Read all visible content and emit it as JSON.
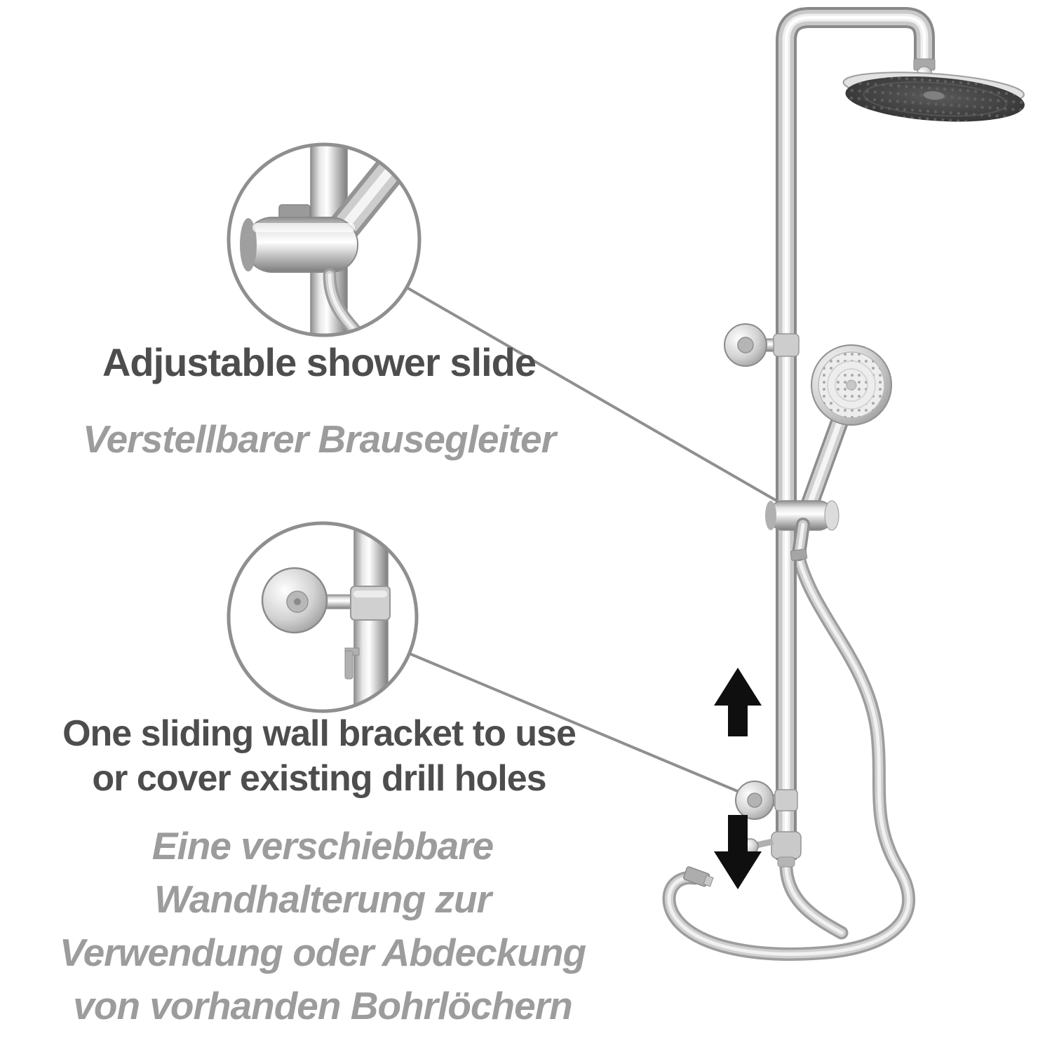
{
  "figure": {
    "kind": "product-infographic",
    "subject": "shower system with overhead rain shower, hand shower and sliding wall bracket"
  },
  "annotations": {
    "slide": {
      "title_en": "Adjustable shower slide",
      "subtitle_de": "Verstellbarer Brausegleiter"
    },
    "bracket": {
      "title_en_line1": "One sliding wall bracket to use",
      "title_en_line2": "or cover existing drill holes",
      "subtitle_de_line1": "Eine verschiebbare",
      "subtitle_de_line2": "Wandhalterung zur",
      "subtitle_de_line3": "Verwendung oder Abdeckung",
      "subtitle_de_line4": "von vorhanden Bohrlöchern"
    }
  },
  "icons": {
    "up_arrow": "slide-up-direction-arrow",
    "down_arrow": "slide-down-direction-arrow"
  },
  "colors": {
    "background": "#ffffff",
    "title_text": "#4d4d4d",
    "subtitle_text": "#9c9c9c",
    "callout_outline": "#8f8f8f",
    "arrow": "#0f0f0f",
    "shower_head_face": "#3a3a3a",
    "chrome_mid": "#c9c9c9"
  }
}
